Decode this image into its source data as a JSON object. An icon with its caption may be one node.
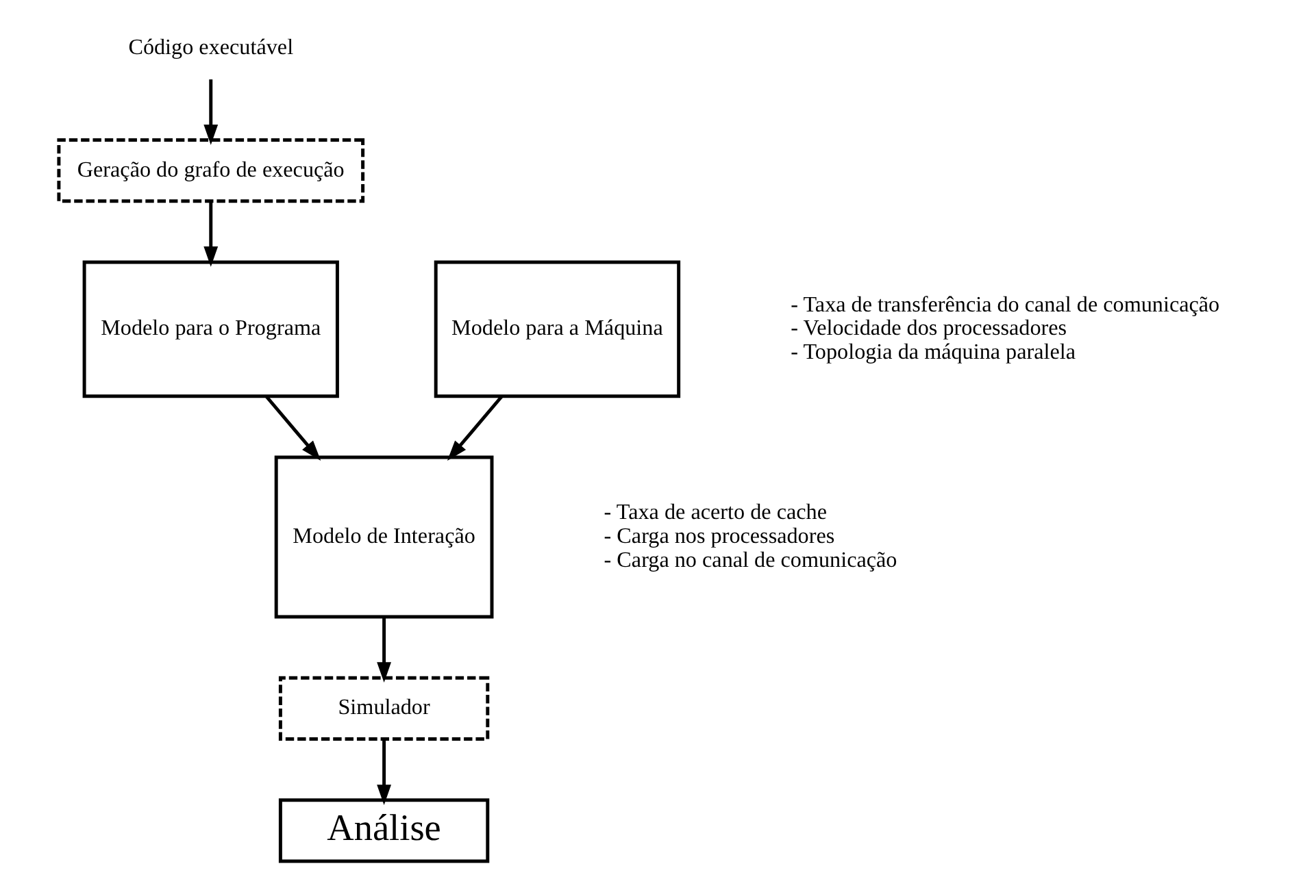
{
  "diagram": {
    "nodes": [
      {
        "text": [
          "Código executável"
        ]
      },
      {
        "text": [
          "Geração do grafo de execução"
        ]
      },
      {
        "text": [
          "Modelo para o Programa"
        ]
      },
      {
        "text": [
          "Modelo para a Máquina"
        ],
        "beside": [
          "- Taxa de transferência do canal de comunicação",
          "- Velocidade dos processadores",
          "- Topologia da máquina paralela"
        ]
      },
      {
        "text": [
          "Modelo de Interação"
        ],
        "beside": [
          "- Taxa de acerto de cache",
          "- Carga nos processadores",
          "- Carga no canal de comunicação"
        ]
      },
      {
        "text": [
          "Simulador"
        ]
      },
      {
        "text": [
          "Análise"
        ]
      }
    ],
    "edges": [
      {
        "from": 0,
        "to": 1,
        "arrow": "to"
      },
      {
        "from": 1,
        "to": 2,
        "arrow": "to"
      },
      {
        "from": 2,
        "to": 4,
        "arrow": "to"
      },
      {
        "from": 3,
        "to": 4,
        "arrow": "to"
      },
      {
        "from": 4,
        "to": 5,
        "arrow": "to"
      },
      {
        "from": 5,
        "to": 6,
        "arrow": "to"
      }
    ]
  }
}
